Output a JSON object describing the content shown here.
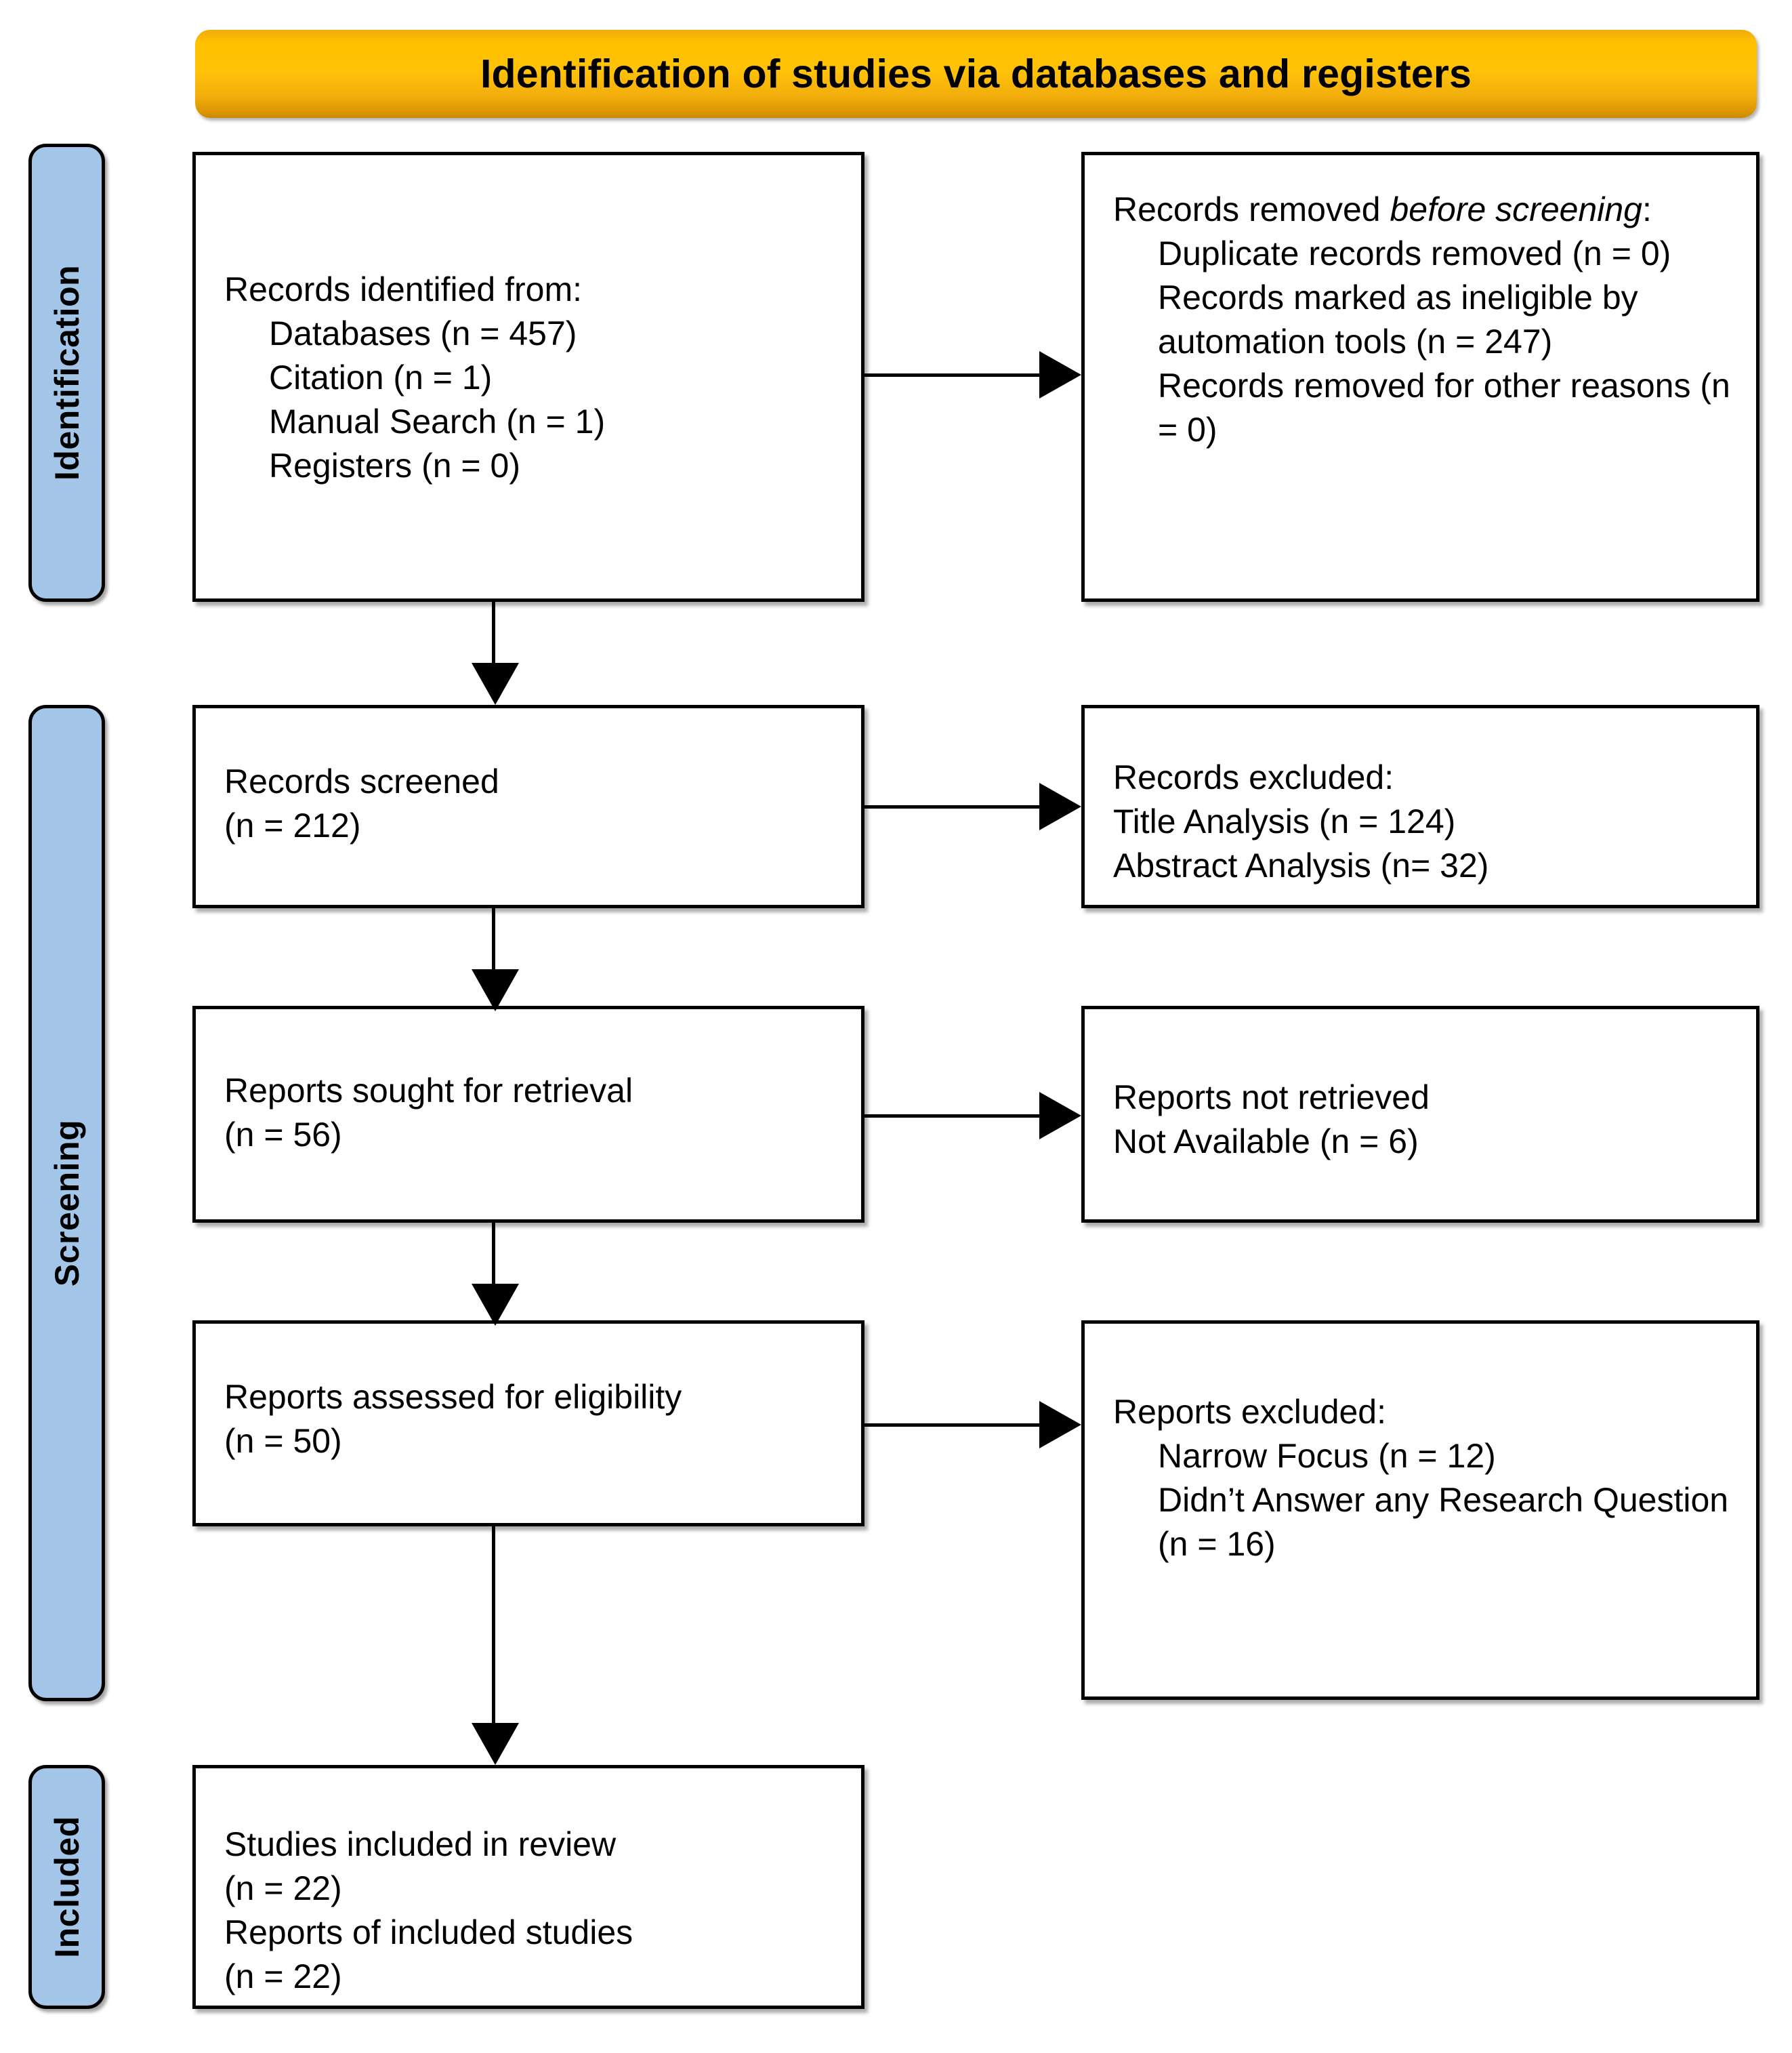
{
  "header": {
    "title": "Identification of studies via databases and registers",
    "background_color": "#ffc000",
    "text_color": "#000000"
  },
  "stages": {
    "identification": "Identification",
    "screening": "Screening",
    "included": "Included",
    "background_color": "#a3c6e8"
  },
  "boxes": {
    "identified": {
      "heading": "Records identified from:",
      "lines": [
        "Databases (n = 457)",
        "Citation (n = 1)",
        "Manual Search (n = 1)",
        "Registers (n = 0)"
      ]
    },
    "removed": {
      "heading_prefix": "Records removed ",
      "heading_italic": "before screening",
      "heading_suffix": ":",
      "lines": [
        "Duplicate records removed (n = 0)",
        "Records marked as ineligible by automation tools (n = 247)",
        "Records removed for other reasons (n = 0)"
      ]
    },
    "screened": {
      "lines": [
        "Records screened",
        "(n = 212)"
      ]
    },
    "excluded_records": {
      "lines": [
        "Records excluded:",
        "Title Analysis (n = 124)",
        "Abstract Analysis (n= 32)"
      ]
    },
    "sought": {
      "lines": [
        "Reports sought for retrieval",
        "(n = 56)"
      ]
    },
    "not_retrieved": {
      "lines": [
        "Reports not retrieved",
        "Not Available (n = 6)"
      ]
    },
    "assessed": {
      "lines": [
        "Reports assessed for eligibility",
        "(n = 50)"
      ]
    },
    "excluded_reports": {
      "heading": "Reports excluded:",
      "lines": [
        "Narrow Focus (n = 12)",
        "Didn’t Answer any Research Question (n = 16)"
      ]
    },
    "included": {
      "lines": [
        "Studies included in review",
        "(n = 22)",
        "Reports of included studies",
        "(n = 22)"
      ]
    }
  }
}
